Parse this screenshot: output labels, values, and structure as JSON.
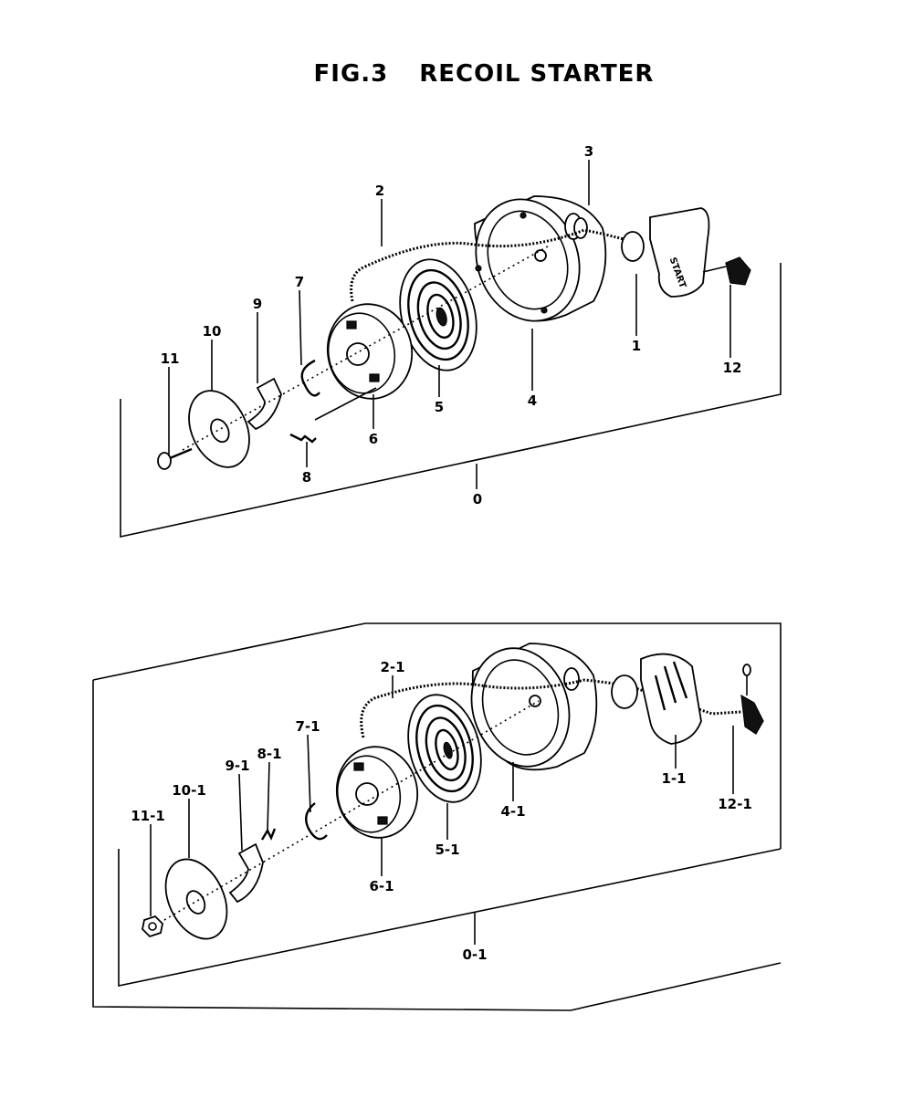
{
  "title": {
    "fig": "FIG.3",
    "name": "RECOIL STARTER"
  },
  "start_text": "START",
  "labels_top": [
    {
      "id": "0",
      "text": "0"
    },
    {
      "id": "1",
      "text": "1"
    },
    {
      "id": "2",
      "text": "2"
    },
    {
      "id": "3",
      "text": "3"
    },
    {
      "id": "4",
      "text": "4"
    },
    {
      "id": "5",
      "text": "5"
    },
    {
      "id": "6",
      "text": "6"
    },
    {
      "id": "7",
      "text": "7"
    },
    {
      "id": "8",
      "text": "8"
    },
    {
      "id": "9",
      "text": "9"
    },
    {
      "id": "10",
      "text": "10"
    },
    {
      "id": "11",
      "text": "11"
    },
    {
      "id": "12",
      "text": "12"
    }
  ],
  "labels_bottom": [
    {
      "id": "0-1",
      "text": "0-1"
    },
    {
      "id": "1-1",
      "text": "1-1"
    },
    {
      "id": "2-1",
      "text": "2-1"
    },
    {
      "id": "4-1",
      "text": "4-1"
    },
    {
      "id": "5-1",
      "text": "5-1"
    },
    {
      "id": "6-1",
      "text": "6-1"
    },
    {
      "id": "7-1",
      "text": "7-1"
    },
    {
      "id": "8-1",
      "text": "8-1"
    },
    {
      "id": "9-1",
      "text": "9-1"
    },
    {
      "id": "10-1",
      "text": "10-1"
    },
    {
      "id": "11-1",
      "text": "11-1"
    },
    {
      "id": "12-1",
      "text": "12-1"
    }
  ]
}
